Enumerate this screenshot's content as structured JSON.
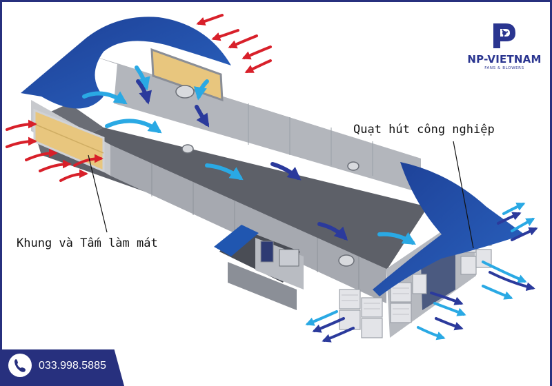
{
  "labels": {
    "exhaust_fan": "Quạt hút công nghiệp",
    "cooling_pad": "Khung và Tấm làm mát"
  },
  "brand": {
    "name": "NP-VIETNAM",
    "tagline": "FANS & BLOWERS",
    "color": "#2a3590"
  },
  "contact": {
    "phone": "033.998.5885",
    "icon": "phone-icon"
  },
  "colors": {
    "frame": "#27307e",
    "roof": "#1f4fa8",
    "floor": "#5d6068",
    "wall": "#aeb1b8",
    "hot_air": "#d8202a",
    "cool_air": "#2aa9e4",
    "exhaust_air": "#2b3a9c",
    "cooling_pad": "#e8c67e"
  }
}
